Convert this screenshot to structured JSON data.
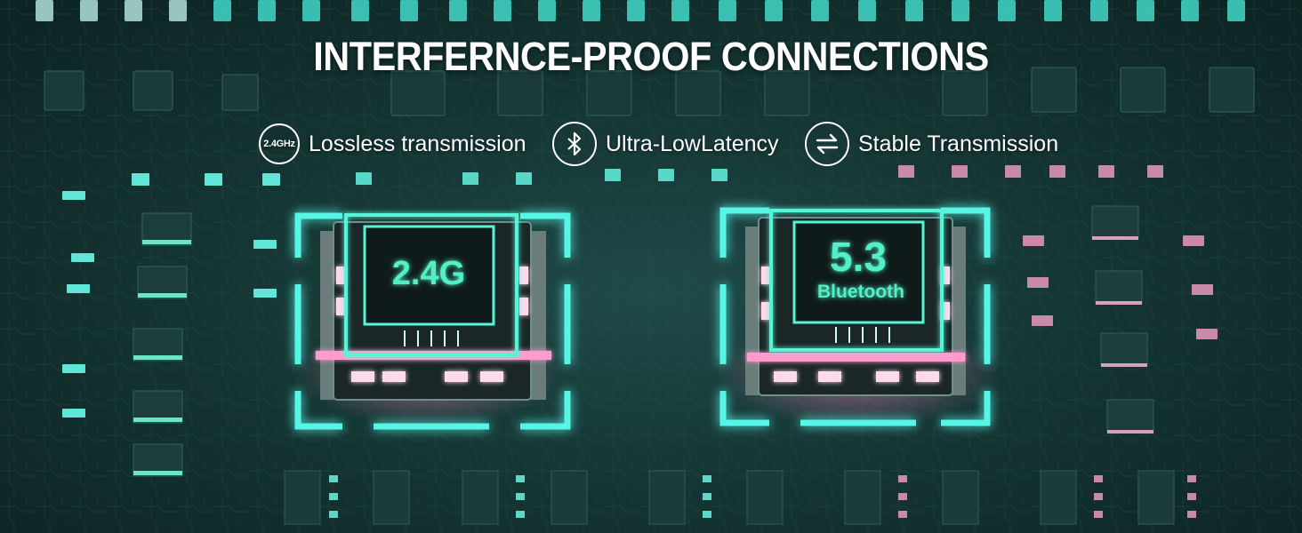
{
  "headline": "INTERFERNCE-PROOF CONNECTIONS",
  "features": [
    {
      "icon": "2-4ghz-icon",
      "icon_text": "2.4GHz",
      "label": "Lossless transmission"
    },
    {
      "icon": "bluetooth-icon",
      "label": "Ultra-LowLatency"
    },
    {
      "icon": "transfer-arrows-icon",
      "label": "Stable Transmission"
    }
  ],
  "chips": [
    {
      "main": "2.4G",
      "sub": ""
    },
    {
      "main": "5.3",
      "sub": "Bluetooth"
    }
  ],
  "colors": {
    "accent": "#53f0c8",
    "glow_pink": "#ff6fb0",
    "frame": "#57f5e6"
  }
}
